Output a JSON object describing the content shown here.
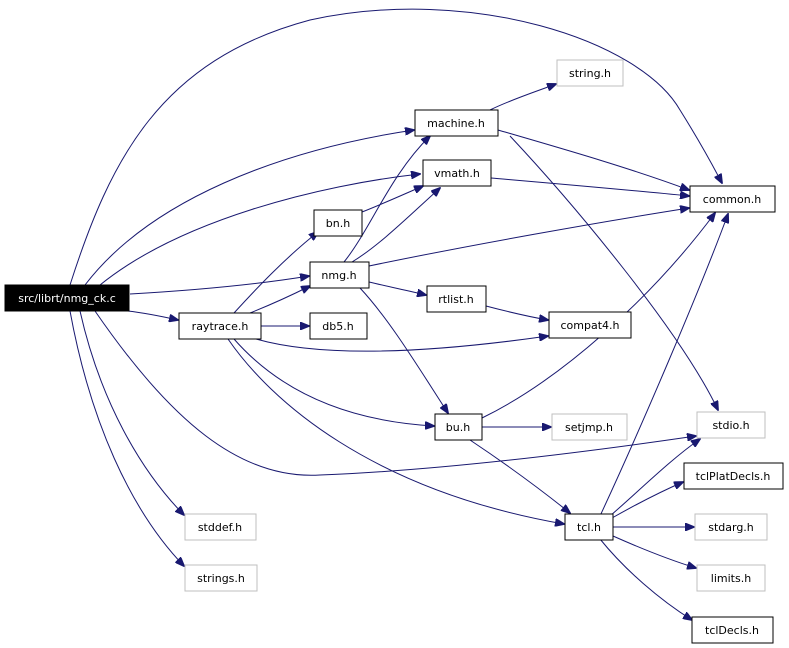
{
  "graph": {
    "colors": {
      "edge": "#191970",
      "root_fill": "#000000",
      "root_text": "#ffffff",
      "documented_border": "#000000",
      "undocumented_border": "#bfbfbf"
    },
    "nodes": {
      "root": "src/librt/nmg_ck.c",
      "machine": "machine.h",
      "string": "string.h",
      "vmath": "vmath.h",
      "common": "common.h",
      "bn": "bn.h",
      "nmg": "nmg.h",
      "rtlist": "rtlist.h",
      "raytrace": "raytrace.h",
      "db5": "db5.h",
      "compat4": "compat4.h",
      "bu": "bu.h",
      "setjmp": "setjmp.h",
      "stdio": "stdio.h",
      "tclPlatDecls": "tclPlatDecls.h",
      "tcl": "tcl.h",
      "stdarg": "stdarg.h",
      "stddef": "stddef.h",
      "strings": "strings.h",
      "limits": "limits.h",
      "tclDecls": "tclDecls.h"
    }
  }
}
